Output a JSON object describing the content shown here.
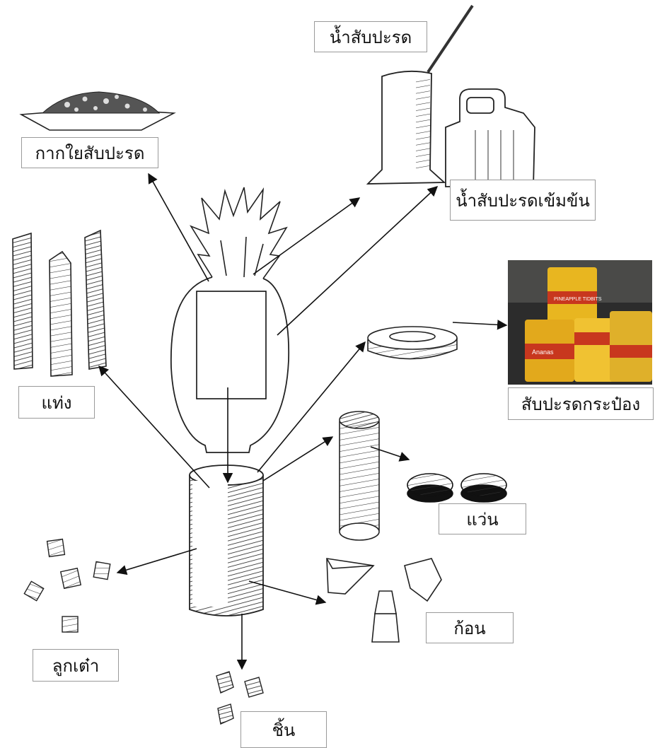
{
  "labels": {
    "juice": "น้ำสับปะรด",
    "pulp": "กากใยสับปะรด",
    "concentrate": "น้ำสับปะรดเข้มข้น",
    "sticks": "แท่ง",
    "canned": "สับปะรดกระป๋อง",
    "rings": "แว่น",
    "chunks": "ก้อน",
    "cubes": "ลูกเต๋า",
    "pieces": "ชิ้น"
  },
  "photo": {
    "can_label_1": "PINEAPPLE TIDBITS",
    "can_label_2": "Ananas"
  },
  "colors": {
    "label_border": "#9a9a9a",
    "ink": "#111111",
    "can_yellow": "#e8b620",
    "can_red": "#c8371e"
  }
}
